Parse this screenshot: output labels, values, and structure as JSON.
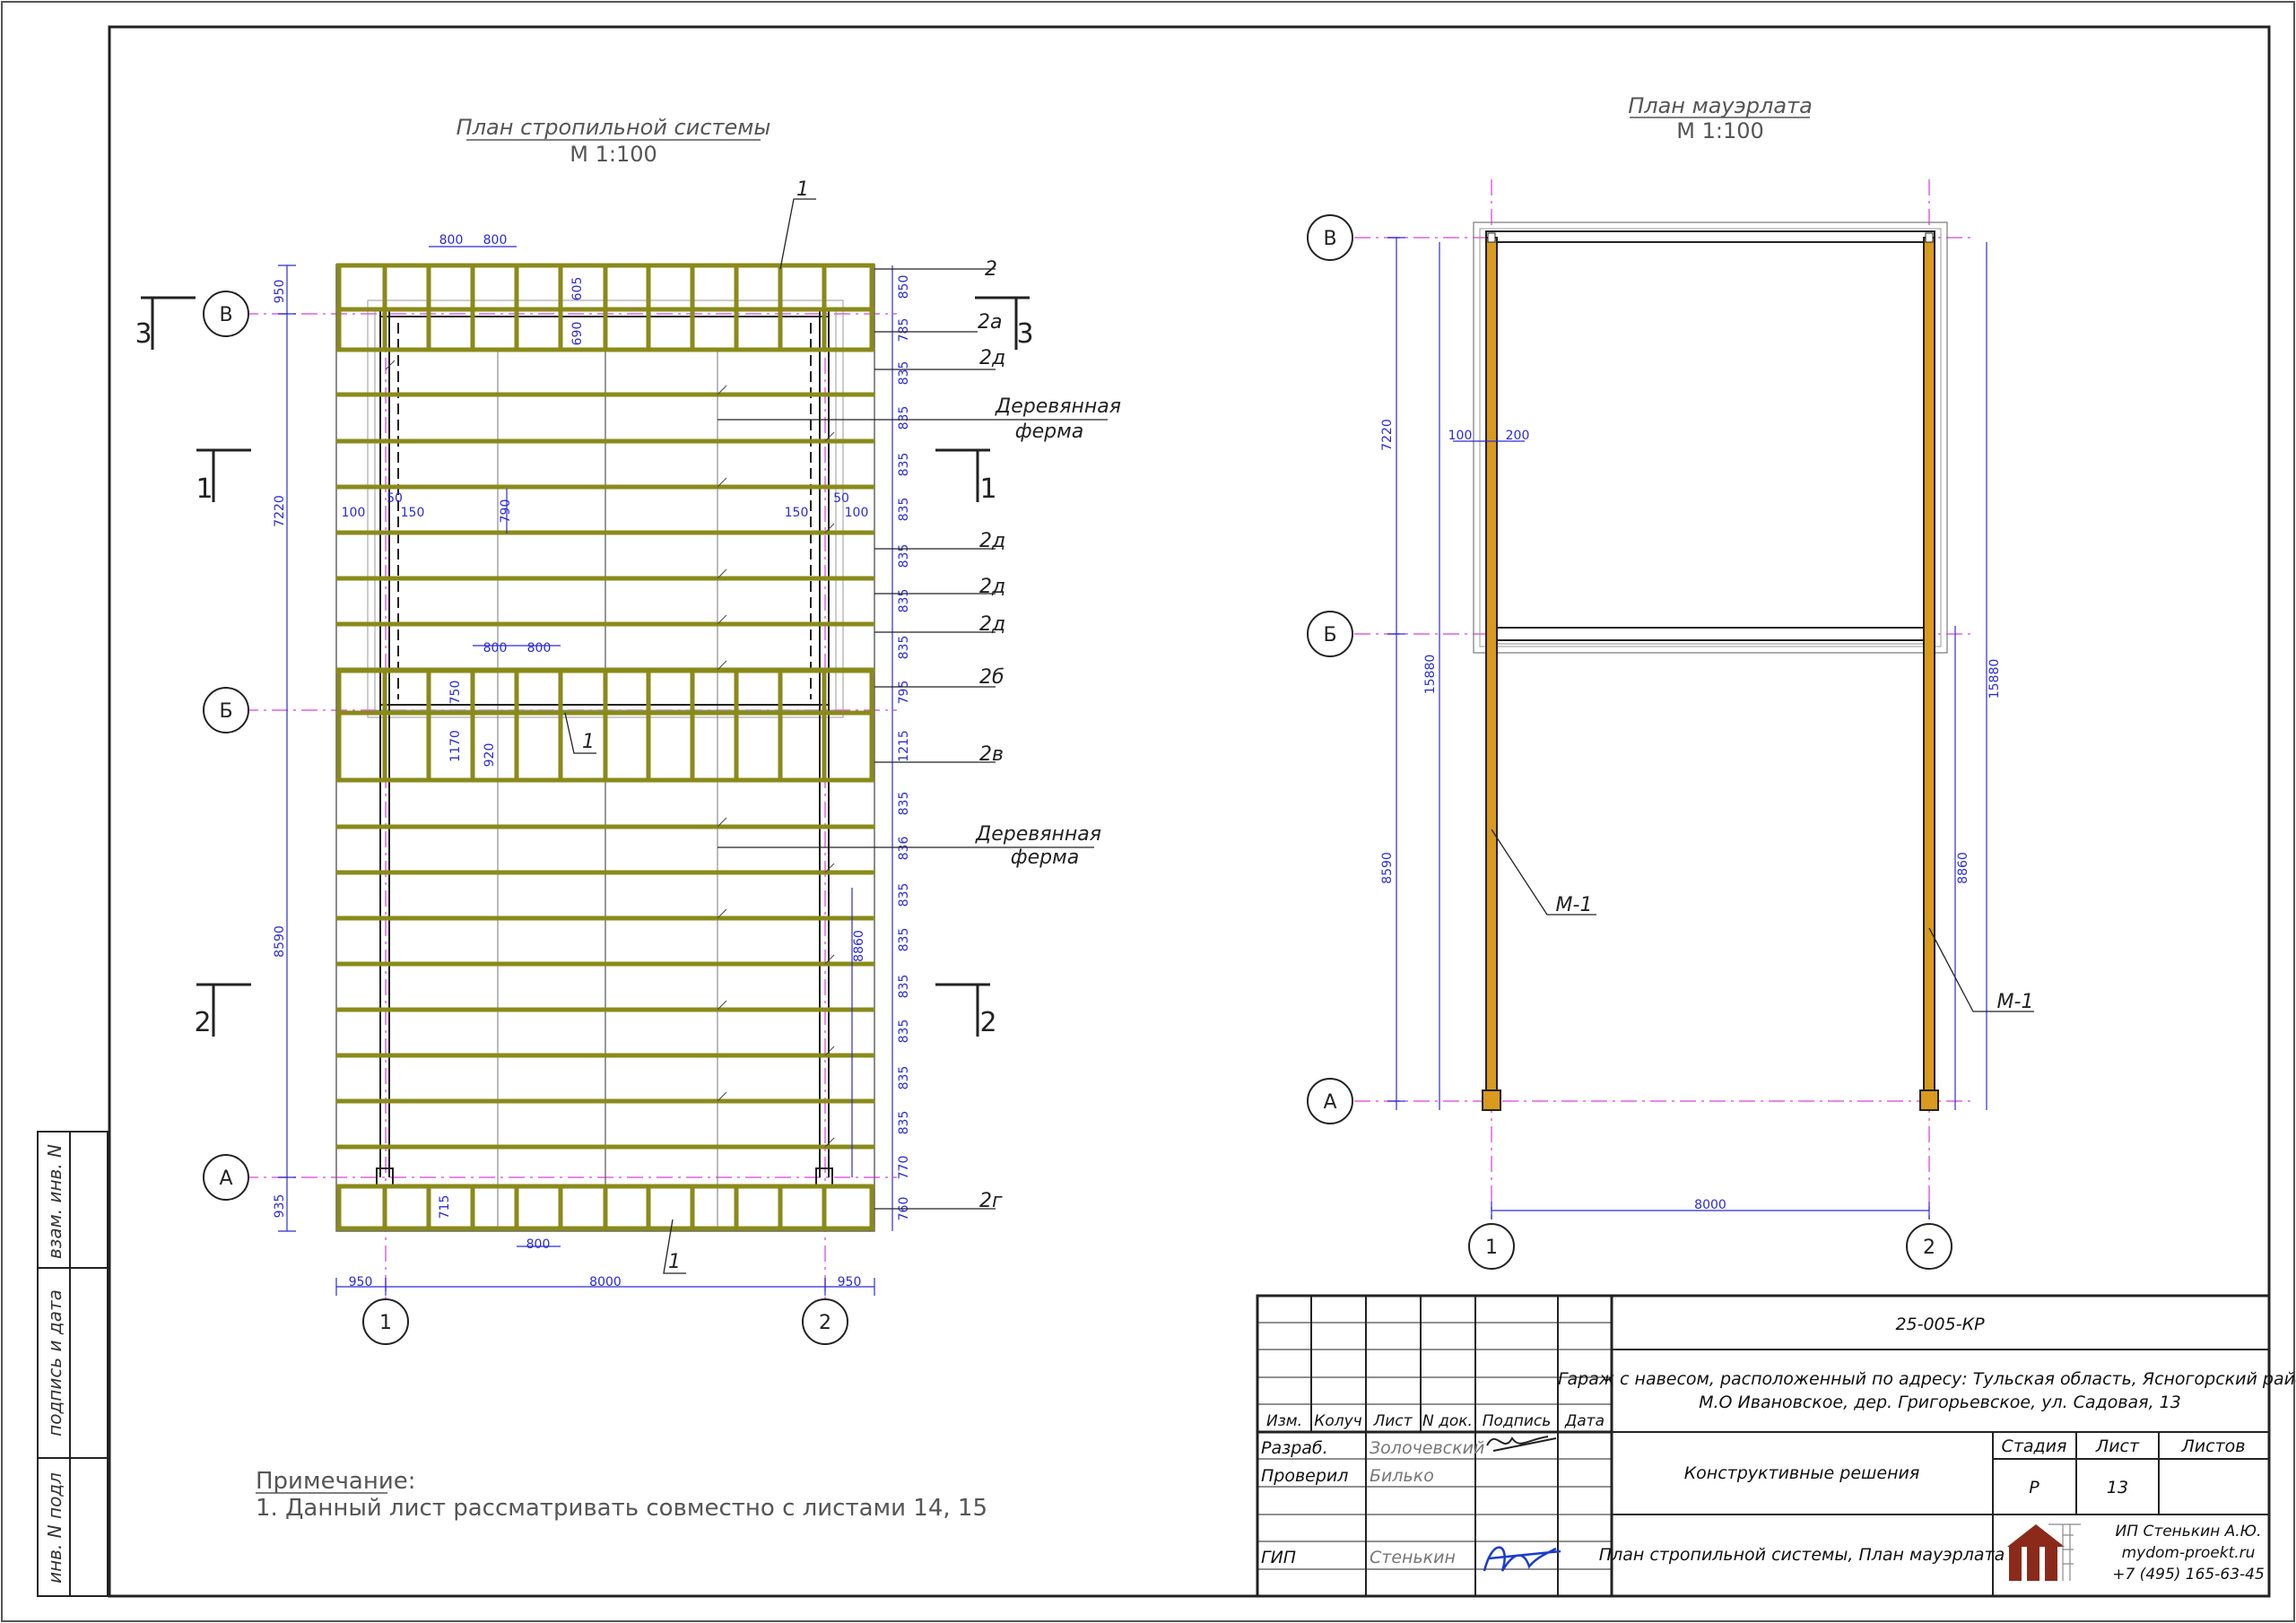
{
  "rafters_plan": {
    "title": "План стропильной системы",
    "scale": "М 1:100",
    "axes": {
      "v": "В",
      "b": "Б",
      "a": "А",
      "n1": "1",
      "n2": "2"
    },
    "sections": {
      "s3": "3",
      "s1": "1",
      "s2": "2"
    },
    "dims": {
      "top_spacing_1": "800",
      "top_spacing_2": "800",
      "mid_spacing_1": "800",
      "mid_spacing_2": "800",
      "bot_spacing": "800",
      "left_950": "950",
      "left_7220": "7220",
      "left_8590": "8590",
      "left_935": "935",
      "right_850": "850",
      "right_785": "785",
      "right_835_1": "835",
      "right_835_2": "835",
      "right_835_3": "835",
      "right_835_4": "835",
      "right_835_5": "835",
      "right_835_6": "835",
      "right_835_7": "835",
      "right_795": "795",
      "right_1215": "1215",
      "right_835_8": "835",
      "right_836": "836",
      "right_835_9": "835",
      "right_835_10": "835",
      "right_835_11": "835",
      "right_835_12": "835",
      "right_835_13": "835",
      "right_835_14": "835",
      "right_770": "770",
      "right_760": "760",
      "in_100_l": "100",
      "in_50_l": "50",
      "in_150_l": "150",
      "in_790": "790",
      "in_150_r": "150",
      "in_50_r": "50",
      "in_100_r": "100",
      "in_605": "605",
      "in_690": "690",
      "in_750": "750",
      "in_1170": "1170",
      "in_920": "920",
      "in_8860": "8860",
      "in_715": "715",
      "bottom_950_l": "950",
      "bottom_8000": "8000",
      "bottom_950_r": "950"
    },
    "marks": {
      "m1_top": "1",
      "m2": "2",
      "m2a": "2а",
      "m2d_1": "2д",
      "m2d_2": "2д",
      "m2d_3": "2д",
      "m2d_4": "2д",
      "m2b": "2б",
      "m2v": "2в",
      "m2g": "2г",
      "m1_bot": "1",
      "m1_mid": "1",
      "truss1_a": "Деревянная",
      "truss1_b": "ферма",
      "truss2_a": "Деревянная",
      "truss2_b": "ферма"
    }
  },
  "mauerlat_plan": {
    "title": "План мауэрлата",
    "scale": "М 1:100",
    "axes": {
      "v": "В",
      "b": "Б",
      "a": "А",
      "n1": "1",
      "n2": "2"
    },
    "dims": {
      "left_7220": "7220",
      "left_8590": "8590",
      "left_15880": "15880",
      "d100": "100",
      "d200": "200",
      "right_15880": "15880",
      "right_8860": "8860",
      "bottom_8000": "8000"
    },
    "marks": {
      "m1_left": "М-1",
      "m1_right": "М-1"
    }
  },
  "note": {
    "heading": "Примечание:",
    "text": "1. Данный лист рассматривать совместно с листами 14, 15"
  },
  "side_stamp": {
    "inv_n": "взам. инв. N",
    "sign_date": "подпись и дата",
    "inv_podl": "инв. N подл"
  },
  "title_block": {
    "code": "25-005-КР",
    "project_line1": "Гараж с навесом, расположенный по адресу: Тульская область, Ясногорский район,",
    "project_line2": "М.О Ивановское, дер. Григорьевское, ул. Садовая, 13",
    "headers": {
      "izm": "Изм.",
      "koluch": "Колуч",
      "list": "Лист",
      "ndok": "N док.",
      "podpis": "Подпись",
      "data": "Дата"
    },
    "roles": {
      "razrab": "Разраб.",
      "proveril": "Проверил",
      "gip": "ГИП"
    },
    "names": {
      "razrab": "Золочевский",
      "proveril": "Билько",
      "gip": "Стенькин"
    },
    "section": "Конструктивные решения",
    "stage_label": "Стадия",
    "sheet_label": "Лист",
    "sheets_label": "Листов",
    "stage": "Р",
    "sheet": "13",
    "sheets": "",
    "drawing_name": "План стропильной системы, План мауэрлата",
    "company": "ИП Стенькин А.Ю.",
    "site": "mydom-proekt.ru",
    "phone": "+7 (495) 165-63-45"
  }
}
